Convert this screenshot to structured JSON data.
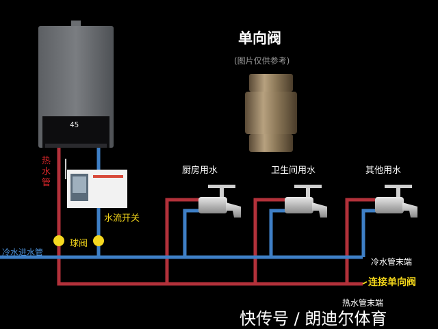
{
  "title": "单向阀",
  "subtitle": "(图片仅供参考)",
  "boiler_display": "45",
  "labels": {
    "hot_pipe": "热水管",
    "cold_inlet": "冷水进水管",
    "ball_valve": "球阀",
    "flow_switch": "水流开关",
    "kitchen": "厨房用水",
    "bathroom": "卫生间用水",
    "other": "其他用水",
    "cold_end": "冷水管末端",
    "connect_check_valve": "连接单向阀",
    "hot_end": "热水管末端"
  },
  "watermark": "快传号 / 朗迪尔体育",
  "colors": {
    "hot_pipe": "#b2313a",
    "cold_pipe": "#3e7fc6",
    "ball_valve": "#f5d820",
    "accent_text": "#d8262a",
    "highlight_text": "#f2d51a"
  }
}
